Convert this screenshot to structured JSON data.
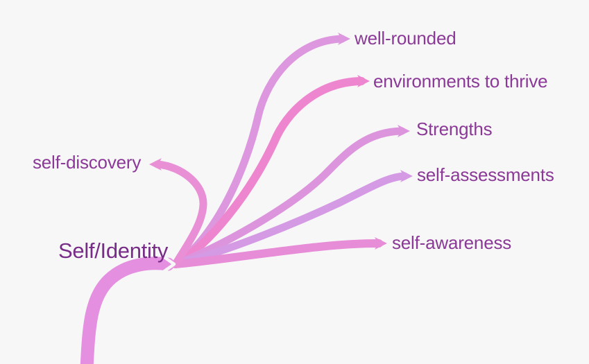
{
  "canvas": {
    "background_color": "#f8f7f8"
  },
  "root_node": {
    "label": "Self/Identity",
    "text_color": "#772c87"
  },
  "trunk": {
    "color": "#e48fe0"
  },
  "nodes": [
    {
      "label": "well-rounded",
      "branch_color": "#dd97de",
      "text_color": "#8a3996"
    },
    {
      "label": "environments to thrive",
      "branch_color": "#ee86cf",
      "text_color": "#8a3996"
    },
    {
      "label": "Strengths",
      "branch_color": "#dc95dc",
      "text_color": "#8a3996"
    },
    {
      "label": "self-assessments",
      "branch_color": "#d49ae4",
      "text_color": "#8a3996"
    },
    {
      "label": "self-awareness",
      "branch_color": "#e78cd7",
      "text_color": "#8a3996"
    },
    {
      "label": "self-discovery",
      "branch_color": "#e88fd6",
      "text_color": "#8a3996"
    }
  ]
}
